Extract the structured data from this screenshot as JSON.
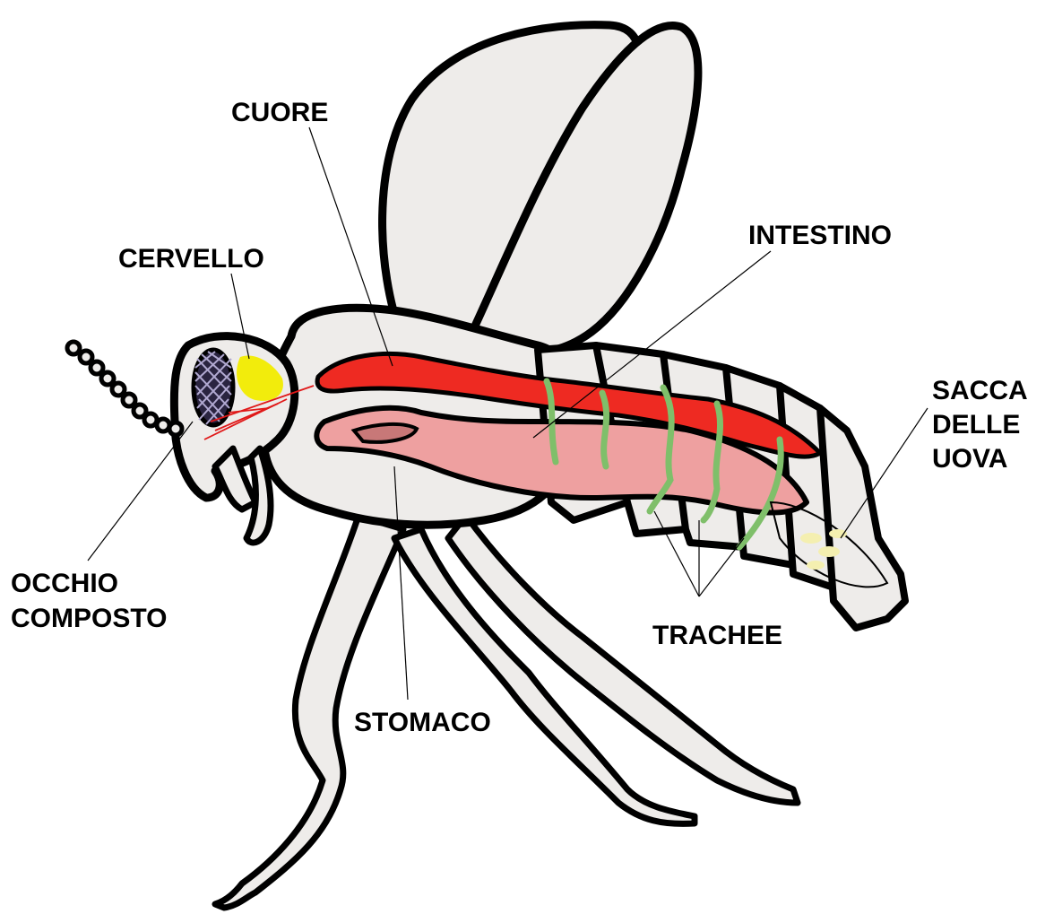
{
  "labels": {
    "cuore": "CUORE",
    "cervello": "CERVELLO",
    "intestino": "INTESTINO",
    "sacca": [
      "SACCA",
      "DELLE",
      "UOVA"
    ],
    "occhio": [
      "OCCHIO",
      "COMPOSTO"
    ],
    "trachee": "TRACHEE",
    "stomaco": "STOMACO"
  },
  "colors": {
    "outline": "#000000",
    "body_fill": "#eeecea",
    "heart": "#ee2a22",
    "intestine": "#eea0a0",
    "brain": "#f2ec0c",
    "tracheae": "#7fbf6a",
    "eye_fill": "#2a2440",
    "egg": "#f4efb0",
    "nerve": "#e01818"
  }
}
